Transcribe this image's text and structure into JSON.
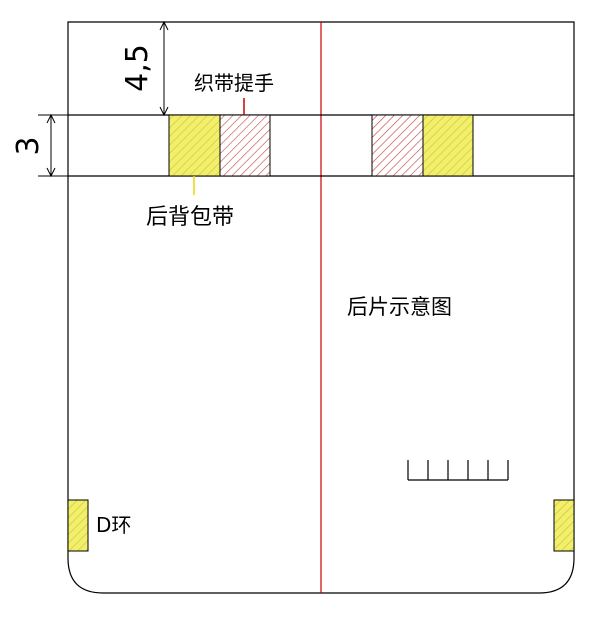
{
  "diagram": {
    "labels": {
      "handle": "织带提手",
      "strap": "后背包带",
      "back_panel": "后片示意图",
      "d_ring": "D环"
    },
    "dimensions": {
      "top": "4,5",
      "band": "3"
    },
    "colors": {
      "outline": "#000000",
      "center_line": "#cc0000",
      "strap_fill": "#f2ef6a",
      "strap_hatch": "#c8c040",
      "handle_hatch": "#c04040",
      "handle_leader": "#cc0000",
      "strap_leader": "#e8d800"
    }
  }
}
